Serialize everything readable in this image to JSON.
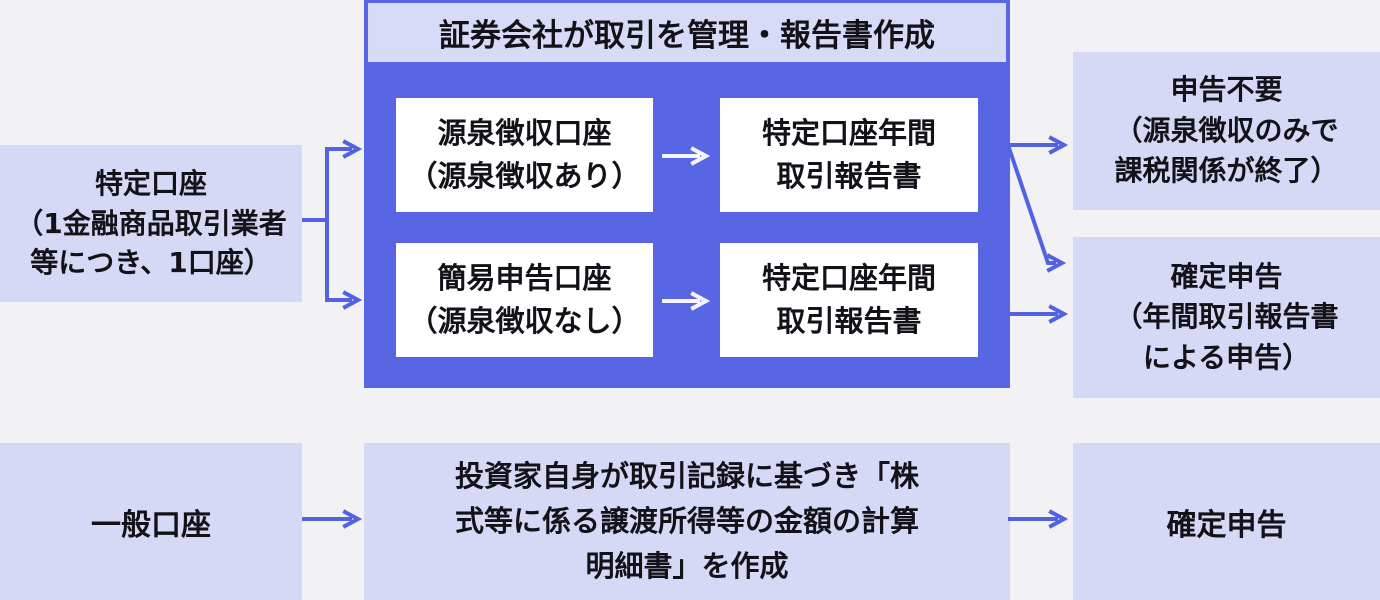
{
  "colors": {
    "background": "#f2f2f5",
    "panel_blue": "#5966e4",
    "box_lavender": "#d6d9f6",
    "box_white": "#ffffff",
    "arrow_blue": "#5263e2",
    "arrow_white": "#f4f5fd",
    "text": "#121218"
  },
  "flow_specific": {
    "source": "特定口座\n（1金融商品取引業者\n等につき、1口座）",
    "panel_title": "証券会社が取引を管理・報告書作成",
    "rows": [
      {
        "account": "源泉徴収口座\n（源泉徴収あり）",
        "report": "特定口座年間\n取引報告書"
      },
      {
        "account": "簡易申告口座\n（源泉徴収なし）",
        "report": "特定口座年間\n取引報告書"
      }
    ],
    "outcomes": [
      "申告不要\n（源泉徴収のみで\n課税関係が終了）",
      "確定申告\n（年間取引報告書\nによる申告）"
    ]
  },
  "flow_general": {
    "source": "一般口座",
    "process": "投資家自身が取引記録に基づき「株\n式等に係る譲渡所得等の金額の計算\n明細書」を作成",
    "outcome": "確定申告"
  }
}
